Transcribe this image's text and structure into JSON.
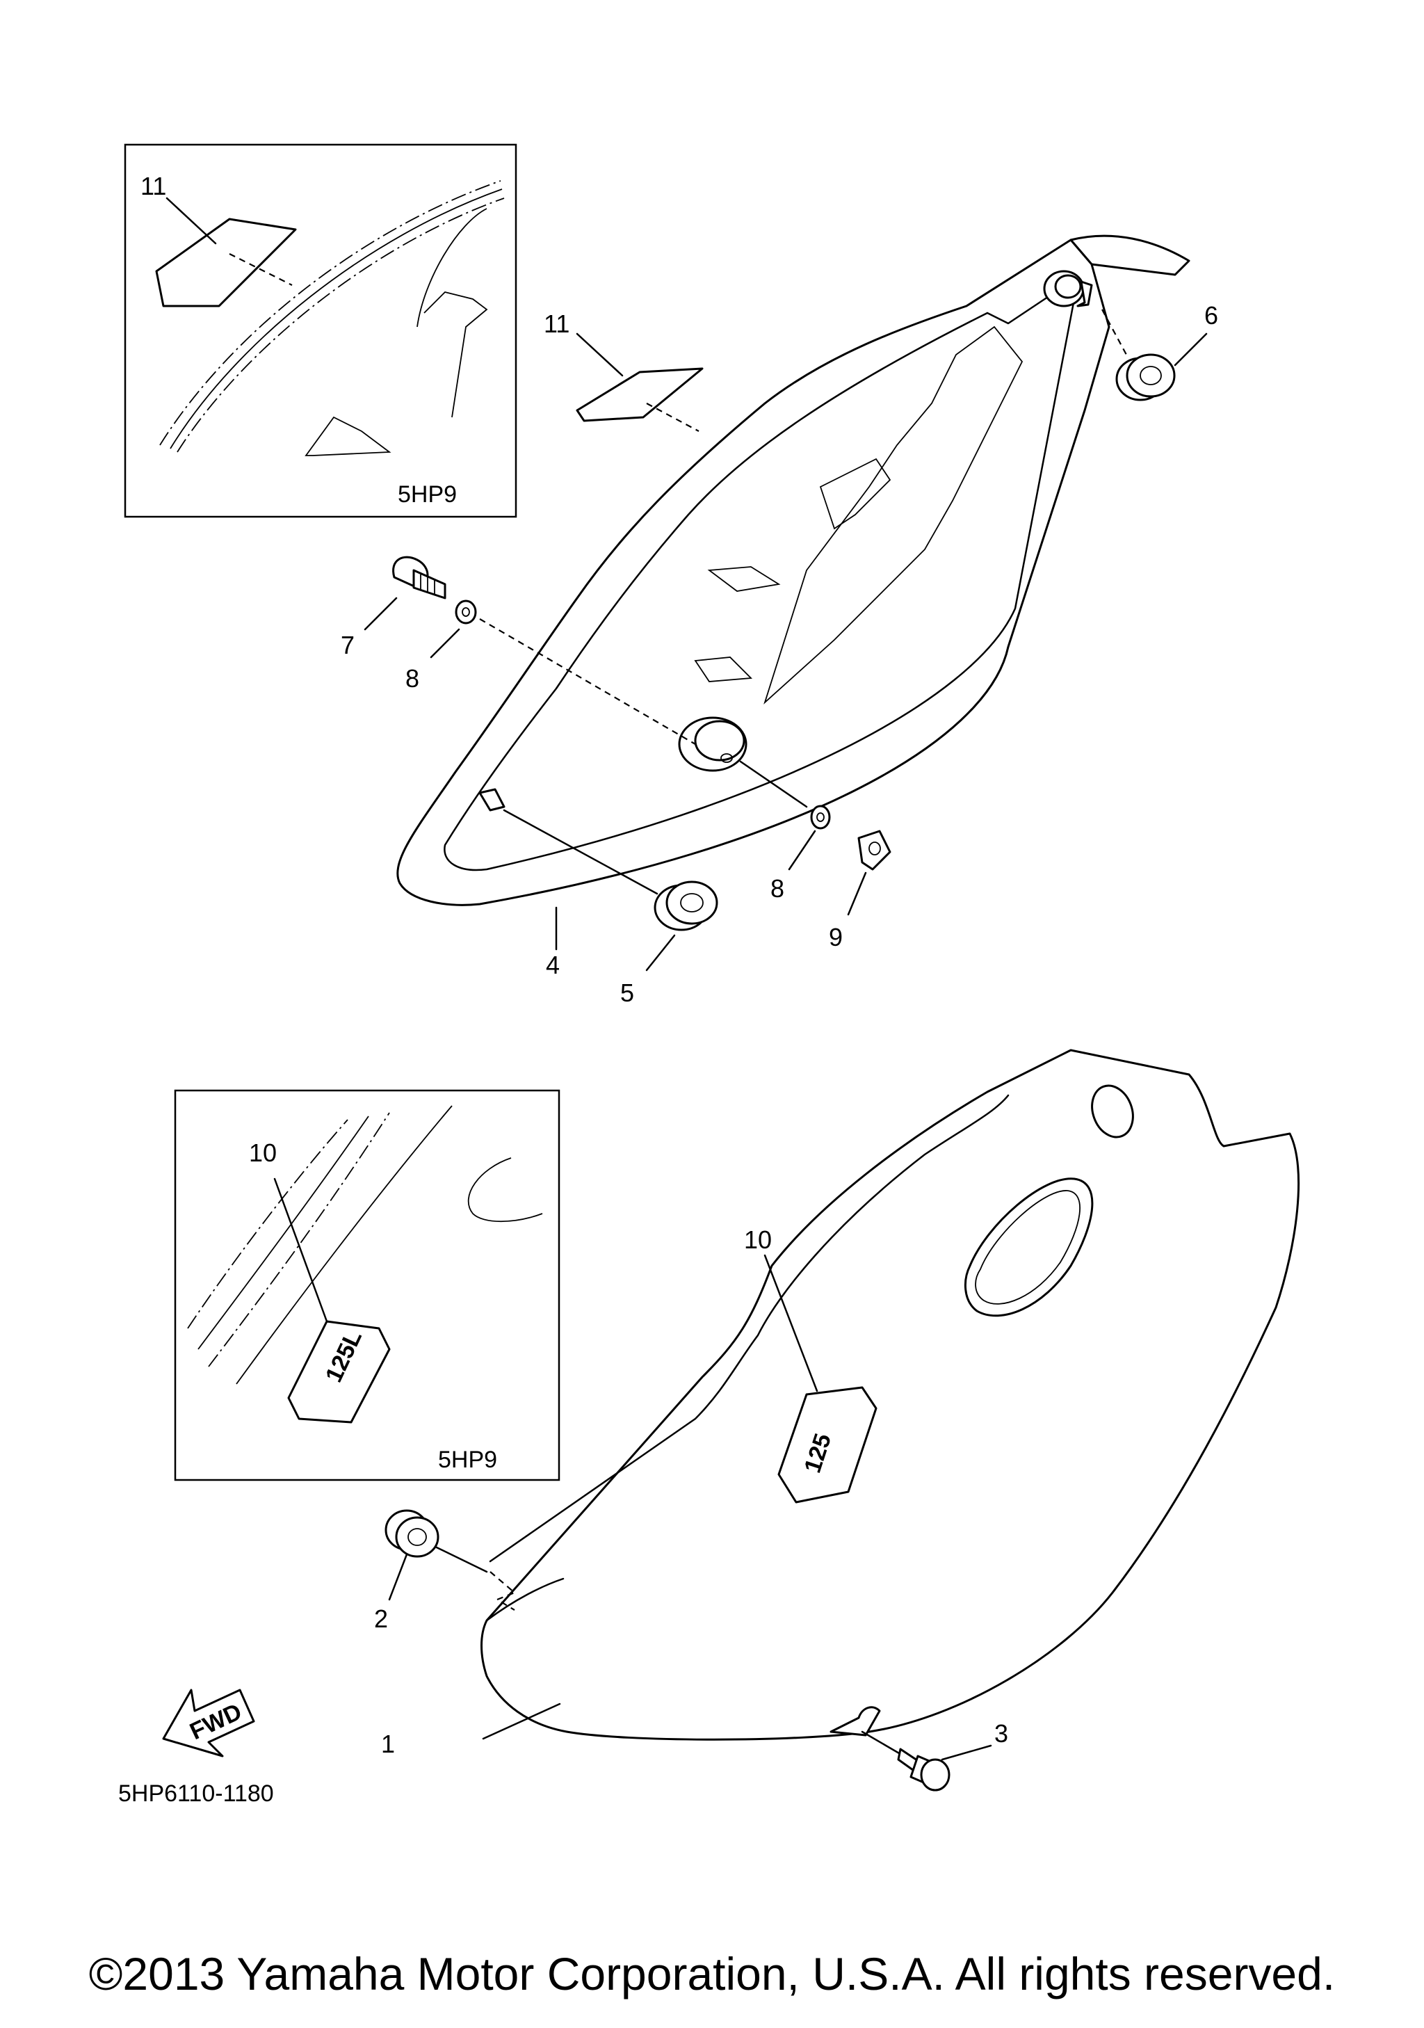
{
  "diagram": {
    "callouts": {
      "c1": "1",
      "c2": "2",
      "c3": "3",
      "c4": "4",
      "c5": "5",
      "c6": "6",
      "c7": "7",
      "c8a": "8",
      "c8b": "8",
      "c9": "9",
      "c10_inset": "10",
      "c10_main": "10",
      "c11_inset": "11",
      "c11_main": "11"
    },
    "inset_top_model": "5HP9",
    "inset_bottom_model": "5HP9",
    "fwd_label": "FWD",
    "drawing_number": "5HP6110-1180",
    "emblem_main": "125",
    "emblem_inset": "125L"
  },
  "footer": {
    "copyright": "©2013 Yamaha Motor Corporation, U.S.A. All rights reserved."
  }
}
